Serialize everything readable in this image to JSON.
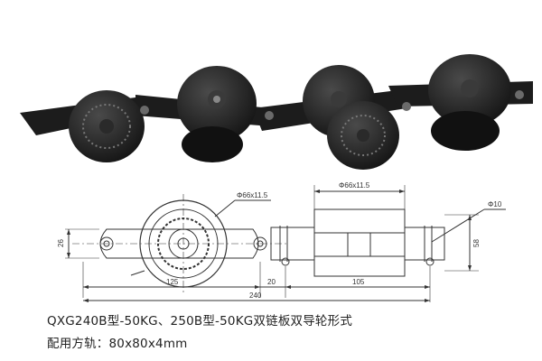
{
  "drawing": {
    "dim_roller_left": "Φ66x11.5",
    "dim_roller_top": "Φ66x11.5",
    "dim_pin": "Φ10",
    "dim_height_left": "26",
    "dim_height_right": "58",
    "dim_125": "125",
    "dim_20": "20",
    "dim_105": "105",
    "dim_240": "240"
  },
  "caption": {
    "line1": "QXG240B型-50KG、250B型-50KG双链板双导轮形式",
    "line2": "配用方轨：80x80x4mm"
  },
  "colors": {
    "chain": "#1c1c1c",
    "line": "#333333"
  }
}
